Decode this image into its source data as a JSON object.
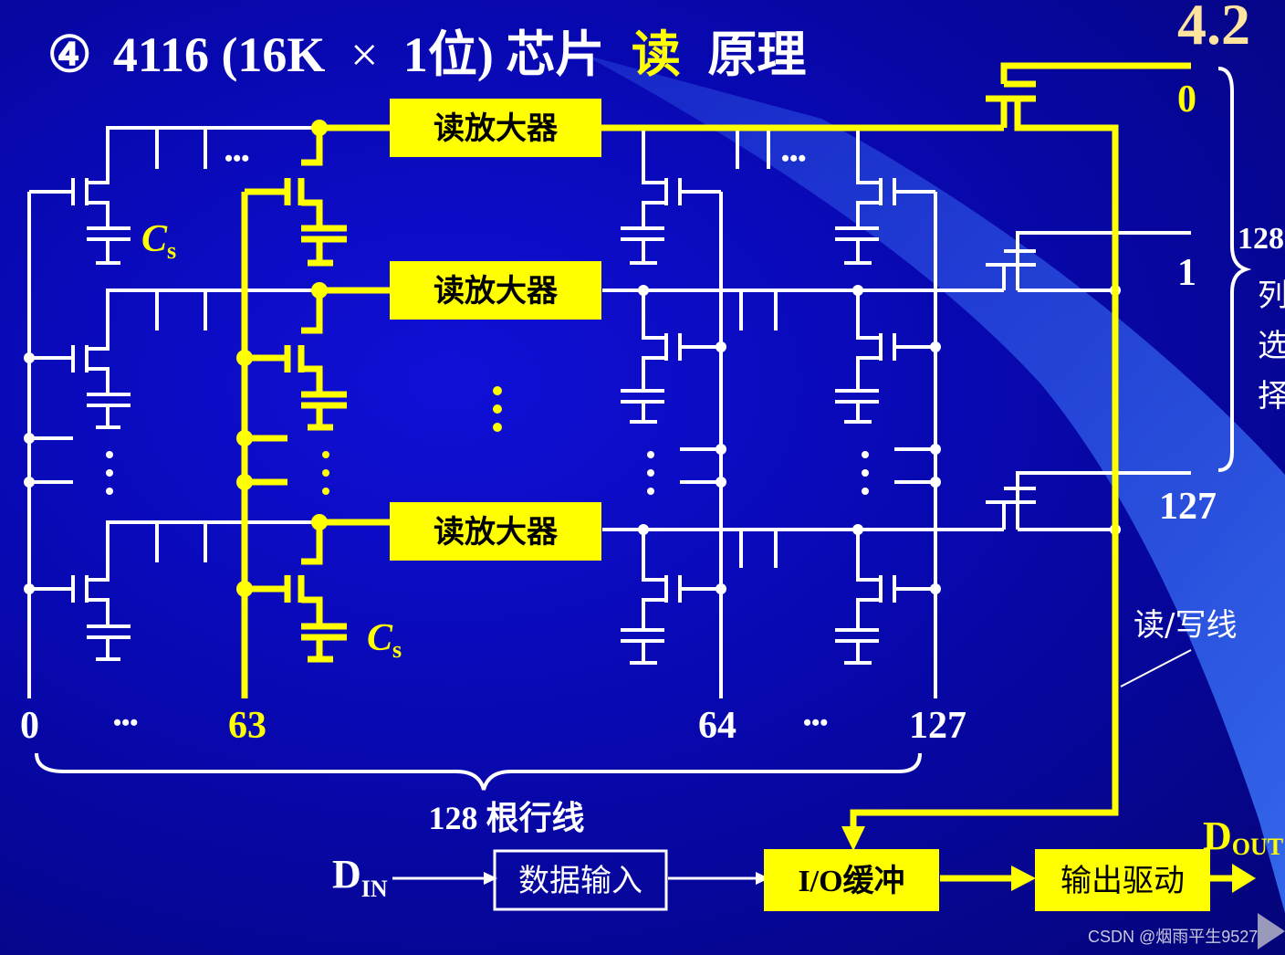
{
  "title": {
    "circled_number": "④",
    "prefix": "4116 (16K",
    "times": "×",
    "suffix": "1位) 芯片",
    "highlight": "读",
    "end": "原理"
  },
  "corner_label": "4.2",
  "sense_amps": [
    "读放大器",
    "读放大器",
    "读放大器"
  ],
  "cs_labels": {
    "letter": "C",
    "sub": "s"
  },
  "vdots": "⋮",
  "hdots": "•••",
  "column_numbers": [
    "0",
    "1",
    "127"
  ],
  "column_select": {
    "count": "128",
    "chars": [
      "列",
      "选",
      "择"
    ]
  },
  "row_numbers": [
    "0",
    "63",
    "64",
    "127"
  ],
  "row_caption": "128 根行线",
  "rw_line": "读/写线",
  "din": {
    "main": "D",
    "sub": "IN"
  },
  "dout": {
    "main": "D",
    "sub": "OUT"
  },
  "data_input": "数据输入",
  "io_buffer": "I/O缓冲",
  "output_drive": "输出驱动",
  "watermark": "CSDN @烟雨平生9527",
  "colors": {
    "background": "#0808b0",
    "highlight": "#ffff00",
    "wire": "#ffffff",
    "beam": "#3a6cf5"
  }
}
